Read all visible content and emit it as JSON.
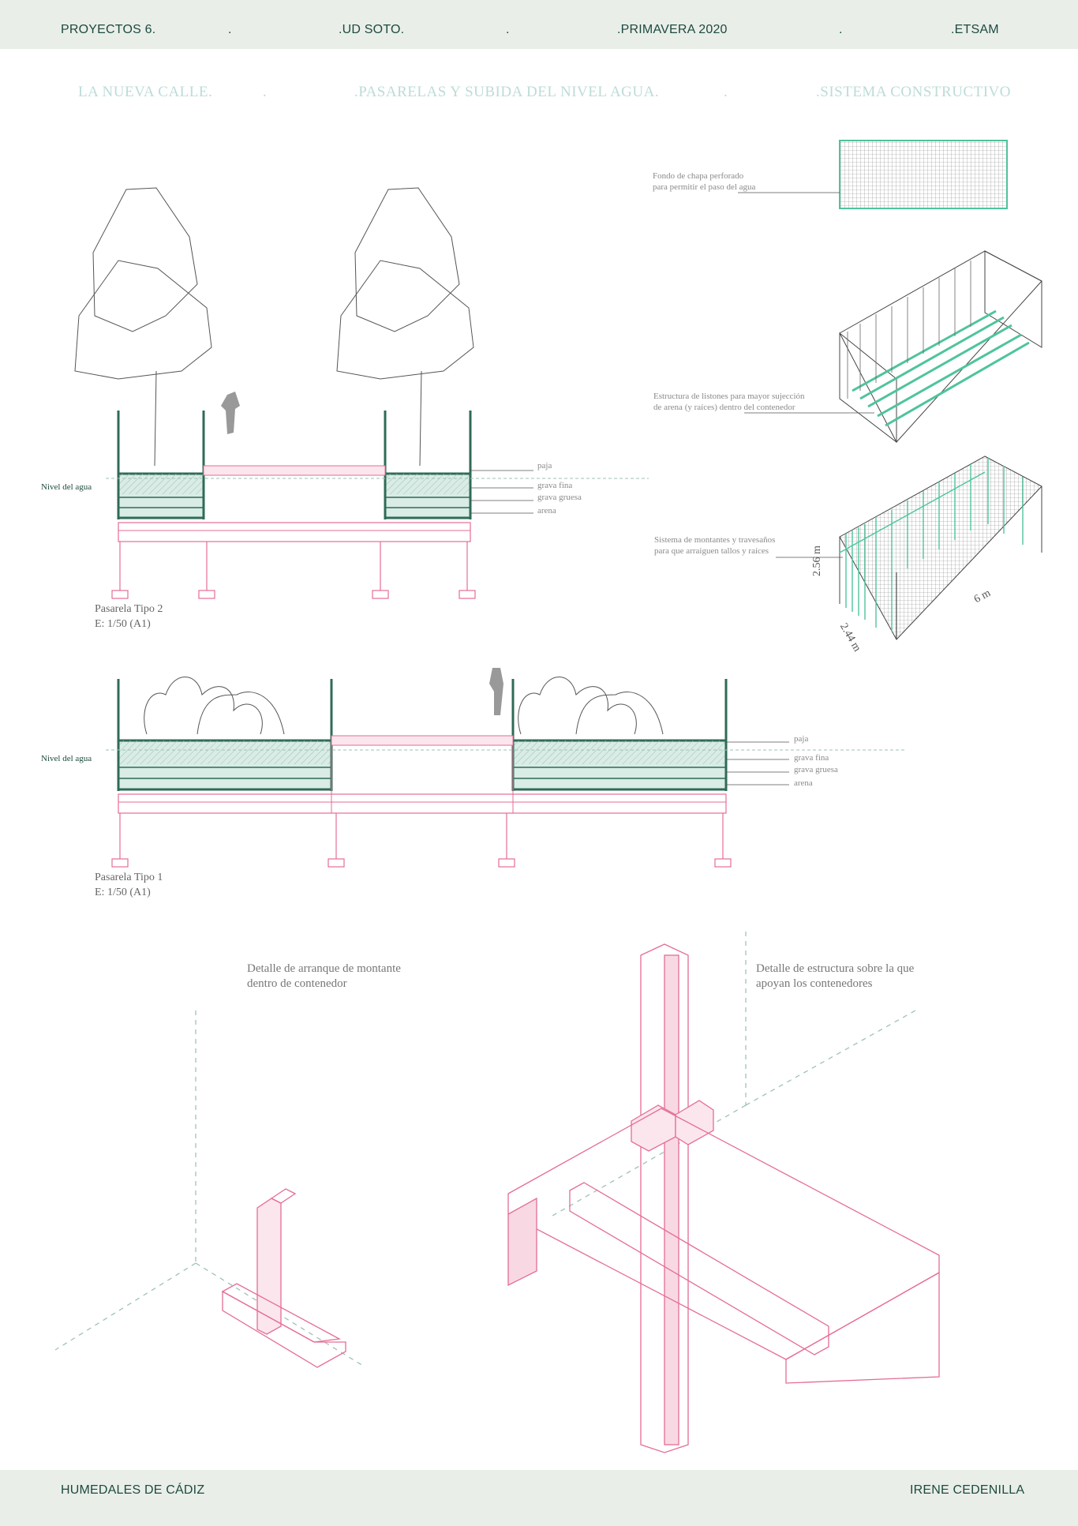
{
  "header": {
    "items": [
      "PROYECTOS 6.",
      ".UD SOTO.",
      ".PRIMAVERA 2020",
      ".ETSAM"
    ],
    "separator": "."
  },
  "subheader": {
    "items": [
      "LA NUEVA CALLE.",
      ".PASARELAS Y SUBIDA DEL NIVEL AGUA.",
      ".SISTEMA CONSTRUCTIVO"
    ],
    "separator": "."
  },
  "isometric_notes": {
    "perforated_bottom": [
      "Fondo de chapa perforado",
      "para permitir el paso del agua"
    ],
    "slats": [
      "Estructura de listones para mayor sujección",
      "de arena (y raíces) dentro del contenedor"
    ],
    "studs": [
      "Sistema de montantes y travesaños",
      "para que arraiguen tallos y raíces"
    ]
  },
  "dimensions": {
    "height": "2.56 m",
    "width": "2.44 m",
    "length": "6 m"
  },
  "sections": {
    "water_level_label": "Nivel del agua",
    "layers": [
      "paja",
      "grava fina",
      "grava gruesa",
      "arena"
    ],
    "type2": {
      "title": "Pasarela Tipo 2",
      "scale": "E: 1/50 (A1)"
    },
    "type1": {
      "title": "Pasarela Tipo 1",
      "scale": "E: 1/50 (A1)"
    }
  },
  "details": {
    "left": [
      "Detalle de arranque de montante",
      "dentro de contenedor"
    ],
    "right": [
      "Detalle de estructura sobre la que",
      "apoyan los contenedores"
    ]
  },
  "footer": {
    "left": "HUMEDALES DE CÁDIZ",
    "right": "IRENE CEDENILLA"
  },
  "colors": {
    "band": "#e9eee9",
    "dark_green": "#1d4a3f",
    "mint": "#bcdcd8",
    "container_green": "#2f6b57",
    "fill_green": "#d9ece5",
    "pink": "#e56d93",
    "pink_fill": "#f8d9e3",
    "accent_green": "#4fc49a"
  }
}
